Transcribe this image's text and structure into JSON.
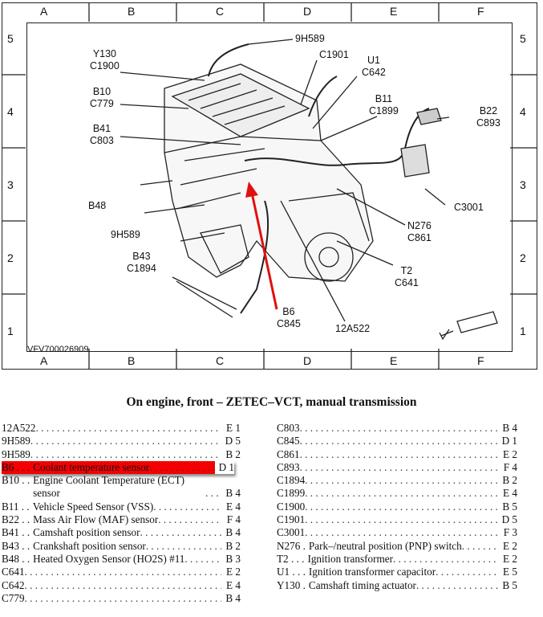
{
  "grid": {
    "columns": [
      "A",
      "B",
      "C",
      "D",
      "E",
      "F"
    ],
    "rows": [
      "5",
      "4",
      "3",
      "2",
      "1"
    ]
  },
  "reference_code": "VFV700026909",
  "callouts": [
    {
      "id": "9h589-top",
      "text": "9H589"
    },
    {
      "id": "y130",
      "text": "Y130\nC1900"
    },
    {
      "id": "c1901",
      "text": "C1901"
    },
    {
      "id": "u1",
      "text": "U1\nC642"
    },
    {
      "id": "b10",
      "text": "B10\nC779"
    },
    {
      "id": "b11",
      "text": "B11\nC1899"
    },
    {
      "id": "b22",
      "text": "B22\nC893"
    },
    {
      "id": "b41",
      "text": "B41\nC803"
    },
    {
      "id": "b48",
      "text": "B48"
    },
    {
      "id": "c3001",
      "text": "C3001"
    },
    {
      "id": "9h589-bot",
      "text": "9H589"
    },
    {
      "id": "n276",
      "text": "N276\nC861"
    },
    {
      "id": "b43",
      "text": "B43\nC1894"
    },
    {
      "id": "t2",
      "text": "T2\nC641"
    },
    {
      "id": "b6",
      "text": "B6\nC845"
    },
    {
      "id": "12a522",
      "text": "12A522"
    }
  ],
  "caption": "On engine, front – ZETEC–VCT, manual transmission",
  "legend_left": [
    {
      "code": "12A522",
      "desc": "",
      "loc": "E 1"
    },
    {
      "code": "9H589",
      "desc": "",
      "loc": "D 5"
    },
    {
      "code": "9H589",
      "desc": "",
      "loc": "B 2"
    },
    {
      "code": "B6 . . .",
      "desc": "Coolant temperature sensor",
      "loc": "D 1",
      "highlight": true
    },
    {
      "code": "B10 . .",
      "desc": "Engine Coolant Temperature (ECT) sensor",
      "loc": "B 4",
      "two_line": true
    },
    {
      "code": "B11 . .",
      "desc": "Vehicle Speed Sensor (VSS)",
      "loc": "E 4"
    },
    {
      "code": "B22 . .",
      "desc": "Mass Air Flow (MAF) sensor",
      "loc": "F 4"
    },
    {
      "code": "B41 . .",
      "desc": "Camshaft position sensor",
      "loc": "B 4"
    },
    {
      "code": "B43 . .",
      "desc": "Crankshaft position sensor",
      "loc": "B 2"
    },
    {
      "code": "B48 . .",
      "desc": "Heated Oxygen Sensor (HO2S) #11",
      "loc": "B 3"
    },
    {
      "code": "C641",
      "desc": "",
      "loc": "E 2"
    },
    {
      "code": "C642",
      "desc": "",
      "loc": "E 4"
    },
    {
      "code": "C779",
      "desc": "",
      "loc": "B 4"
    }
  ],
  "legend_right": [
    {
      "code": "C803",
      "desc": "",
      "loc": "B 4"
    },
    {
      "code": "C845",
      "desc": "",
      "loc": "D 1"
    },
    {
      "code": "C861",
      "desc": "",
      "loc": "E 2"
    },
    {
      "code": "C893",
      "desc": "",
      "loc": "F 4"
    },
    {
      "code": "C1894",
      "desc": "",
      "loc": "B 2"
    },
    {
      "code": "C1899",
      "desc": "",
      "loc": "E 4"
    },
    {
      "code": "C1900",
      "desc": "",
      "loc": "B 5"
    },
    {
      "code": "C1901",
      "desc": "",
      "loc": "D 5"
    },
    {
      "code": "C3001",
      "desc": "",
      "loc": "F 3"
    },
    {
      "code": "N276 .",
      "desc": "Park–/neutral position (PNP) switch",
      "loc": "E 2"
    },
    {
      "code": "T2 . . .",
      "desc": "Ignition transformer",
      "loc": "E 2"
    },
    {
      "code": "U1 . . .",
      "desc": "Ignition transformer capacitor",
      "loc": "E 5"
    },
    {
      "code": "Y130 .",
      "desc": "Camshaft timing actuator",
      "loc": "B 5"
    }
  ],
  "colors": {
    "highlight": "#f40000",
    "arrow": "#e01010"
  }
}
